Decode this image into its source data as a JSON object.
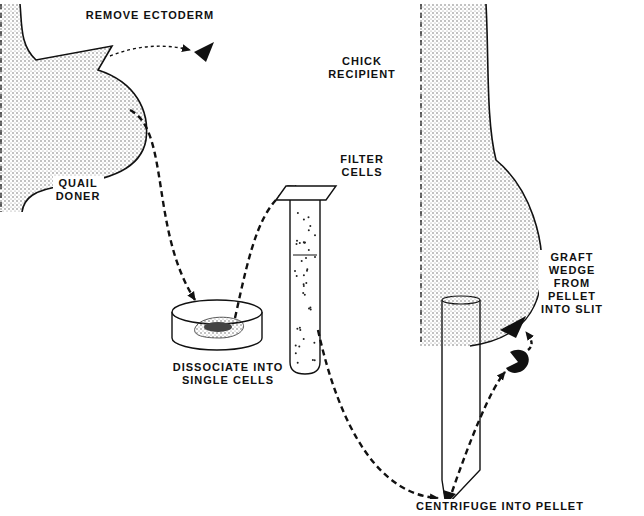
{
  "diagram": {
    "labels": [
      "REMOVE ECTODERM",
      "QUAIL DONER",
      "DISSOCIATE INTO SINGLE CELLS",
      "FILTER CELLS",
      "CHICK RECIPIENT",
      "GRAFT WEDGE FROM PELLET INTO SLIT",
      "CENTRIFUGE INTO PELLET"
    ]
  }
}
